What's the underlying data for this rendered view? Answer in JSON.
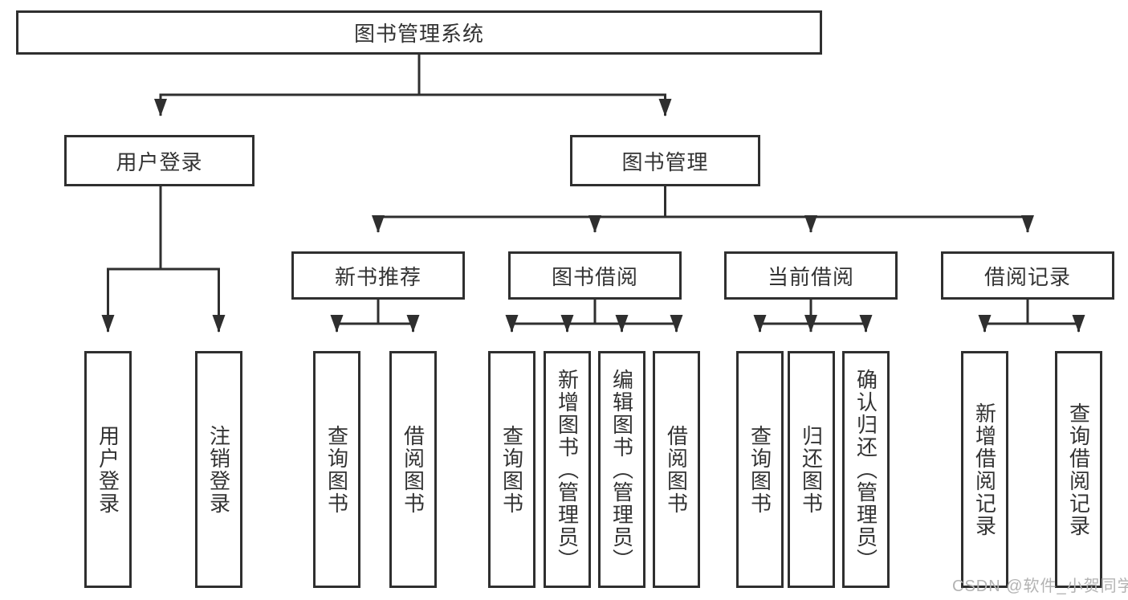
{
  "diagram": {
    "root": {
      "label": "图书管理系统",
      "children": [
        {
          "label": "用户登录",
          "children": [
            {
              "label": "用户登录"
            },
            {
              "label": "注销登录"
            }
          ]
        },
        {
          "label": "图书管理",
          "children": [
            {
              "label": "新书推荐",
              "children": [
                {
                  "label": "查询图书"
                },
                {
                  "label": "借阅图书"
                }
              ]
            },
            {
              "label": "图书借阅",
              "children": [
                {
                  "label": "查询图书"
                },
                {
                  "label": "新增图书（管理员）"
                },
                {
                  "label": "编辑图书（管理员）"
                },
                {
                  "label": "借阅图书"
                }
              ]
            },
            {
              "label": "当前借阅",
              "children": [
                {
                  "label": "查询图书"
                },
                {
                  "label": "归还图书"
                },
                {
                  "label": "确认归还（管理员）"
                }
              ]
            },
            {
              "label": "借阅记录",
              "children": [
                {
                  "label": "新增借阅记录"
                },
                {
                  "label": "查询借阅记录"
                }
              ]
            }
          ]
        }
      ]
    }
  },
  "watermark": "CSDN @软件_小贺同学",
  "colors": {
    "line": "#2f2f2f",
    "text": "#333333",
    "watermark": "#b3b3b3",
    "background": "#ffffff"
  }
}
